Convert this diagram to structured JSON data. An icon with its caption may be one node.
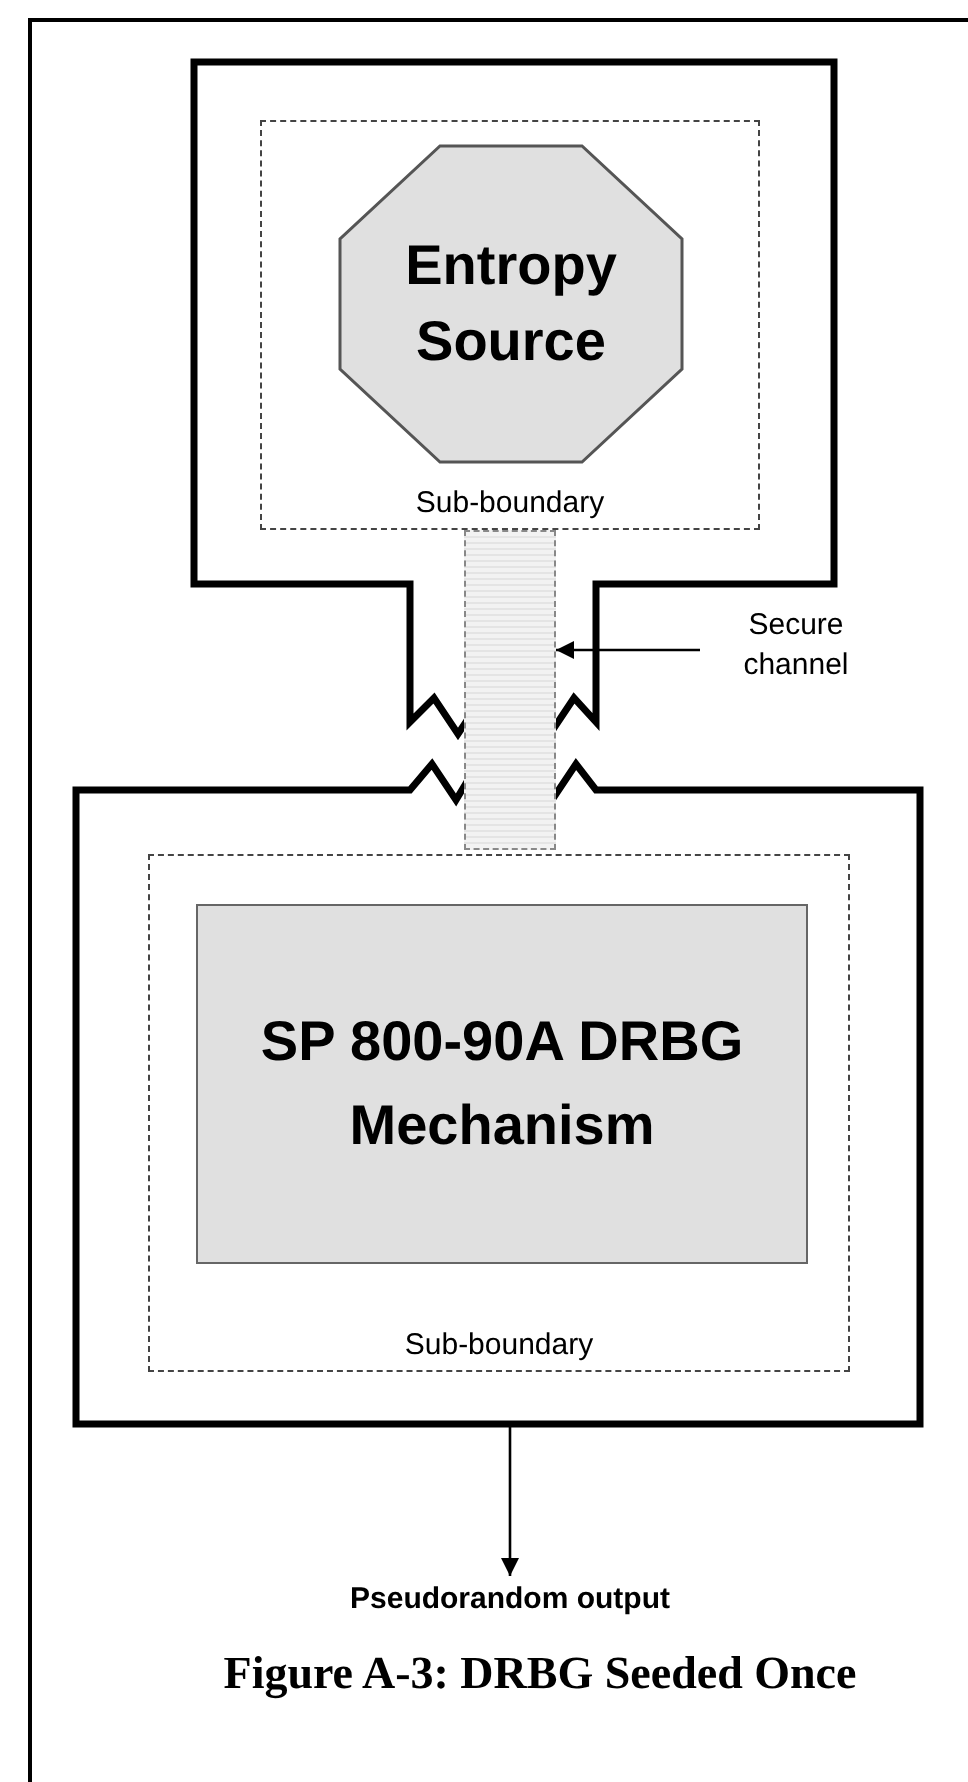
{
  "diagram": {
    "caption": "Figure A-3: DRBG Seeded Once",
    "nodes": [
      {
        "text": [],
        "shape": "box"
      },
      {
        "text": [
          "Sub-boundary"
        ],
        "in": 0
      },
      {
        "text": [
          "Entropy Source"
        ],
        "in": 1
      },
      {
        "text": [],
        "shape": "bar"
      },
      {
        "text": [
          "Secure channel"
        ]
      },
      {
        "text": [],
        "shape": "box"
      },
      {
        "text": [
          "Sub-boundary"
        ],
        "in": 5
      },
      {
        "text": [
          "SP 800-90A DRBG Mechanism"
        ],
        "in": 6
      },
      {
        "text": [
          "Pseudorandom output"
        ]
      }
    ],
    "edges": [
      {
        "from": 4,
        "to": 3,
        "arrow": "to"
      },
      {
        "from": 5,
        "to": 8,
        "arrow": "to"
      }
    ]
  }
}
